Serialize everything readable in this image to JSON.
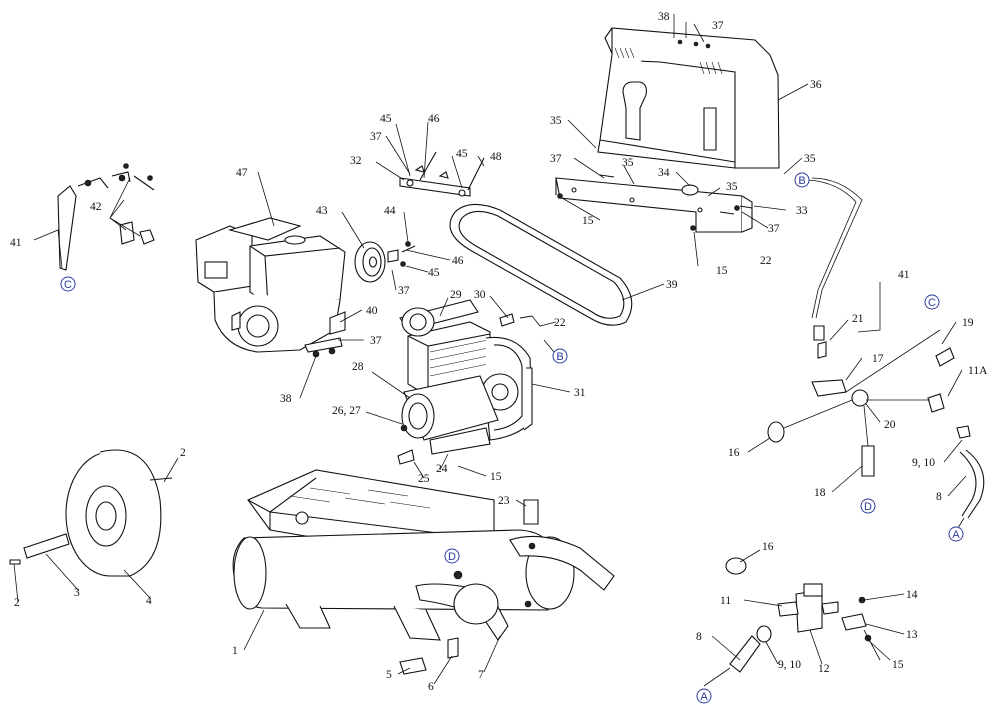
{
  "callouts": [
    {
      "id": "c38a",
      "text": "38"
    },
    {
      "id": "c37a",
      "text": "37"
    },
    {
      "id": "c36",
      "text": "36"
    },
    {
      "id": "c35a",
      "text": "35"
    },
    {
      "id": "c37b",
      "text": "37"
    },
    {
      "id": "c35b",
      "text": "35"
    },
    {
      "id": "c34",
      "text": "34"
    },
    {
      "id": "c35c",
      "text": "35"
    },
    {
      "id": "c35d",
      "text": "35"
    },
    {
      "id": "c33",
      "text": "33"
    },
    {
      "id": "c37c",
      "text": "37"
    },
    {
      "id": "c15a",
      "text": "15"
    },
    {
      "id": "c15b",
      "text": "15"
    },
    {
      "id": "c45a",
      "text": "45"
    },
    {
      "id": "c46a",
      "text": "46"
    },
    {
      "id": "c37d",
      "text": "37"
    },
    {
      "id": "c32",
      "text": "32"
    },
    {
      "id": "c45b",
      "text": "45"
    },
    {
      "id": "c48",
      "text": "48"
    },
    {
      "id": "c47",
      "text": "47"
    },
    {
      "id": "c43",
      "text": "43"
    },
    {
      "id": "c44",
      "text": "44"
    },
    {
      "id": "c46b",
      "text": "46"
    },
    {
      "id": "c45c",
      "text": "45"
    },
    {
      "id": "c37e",
      "text": "37"
    },
    {
      "id": "c40",
      "text": "40"
    },
    {
      "id": "c37f",
      "text": "37"
    },
    {
      "id": "c38b",
      "text": "38"
    },
    {
      "id": "c42",
      "text": "42"
    },
    {
      "id": "c41a",
      "text": "41"
    },
    {
      "id": "c39",
      "text": "39"
    },
    {
      "id": "c29",
      "text": "29"
    },
    {
      "id": "c30",
      "text": "30"
    },
    {
      "id": "c22a",
      "text": "22"
    },
    {
      "id": "c22b",
      "text": "22"
    },
    {
      "id": "c28",
      "text": "28"
    },
    {
      "id": "c31",
      "text": "31"
    },
    {
      "id": "c2627",
      "text": "26, 27"
    },
    {
      "id": "c24",
      "text": "24"
    },
    {
      "id": "c25",
      "text": "25"
    },
    {
      "id": "c15c",
      "text": "15"
    },
    {
      "id": "c23",
      "text": "23"
    },
    {
      "id": "c41b",
      "text": "41"
    },
    {
      "id": "c21",
      "text": "21"
    },
    {
      "id": "c17",
      "text": "17"
    },
    {
      "id": "c19",
      "text": "19"
    },
    {
      "id": "c11A",
      "text": "11A"
    },
    {
      "id": "c20",
      "text": "20"
    },
    {
      "id": "c16a",
      "text": "16"
    },
    {
      "id": "c18",
      "text": "18"
    },
    {
      "id": "c910a",
      "text": "9, 10"
    },
    {
      "id": "c8a",
      "text": "8"
    },
    {
      "id": "c2a",
      "text": "2"
    },
    {
      "id": "c2b",
      "text": "2"
    },
    {
      "id": "c3",
      "text": "3"
    },
    {
      "id": "c4",
      "text": "4"
    },
    {
      "id": "c1",
      "text": "1"
    },
    {
      "id": "c5",
      "text": "5"
    },
    {
      "id": "c6",
      "text": "6"
    },
    {
      "id": "c7",
      "text": "7"
    },
    {
      "id": "c16b",
      "text": "16"
    },
    {
      "id": "c11b",
      "text": "11"
    },
    {
      "id": "c14",
      "text": "14"
    },
    {
      "id": "c8b",
      "text": "8"
    },
    {
      "id": "c910b",
      "text": "9, 10"
    },
    {
      "id": "c12",
      "text": "12"
    },
    {
      "id": "c13",
      "text": "13"
    },
    {
      "id": "c15d",
      "text": "15"
    }
  ],
  "refs": [
    {
      "id": "rB1",
      "text": "B"
    },
    {
      "id": "rC1",
      "text": "C"
    },
    {
      "id": "rB2",
      "text": "B"
    },
    {
      "id": "rC2",
      "text": "C"
    },
    {
      "id": "rD1",
      "text": "D"
    },
    {
      "id": "rA1",
      "text": "A"
    },
    {
      "id": "rD2",
      "text": "D"
    },
    {
      "id": "rA2",
      "text": "A"
    }
  ],
  "colors": {
    "line": "#111111",
    "ref": "#2a3a9a",
    "background": "#ffffff"
  }
}
